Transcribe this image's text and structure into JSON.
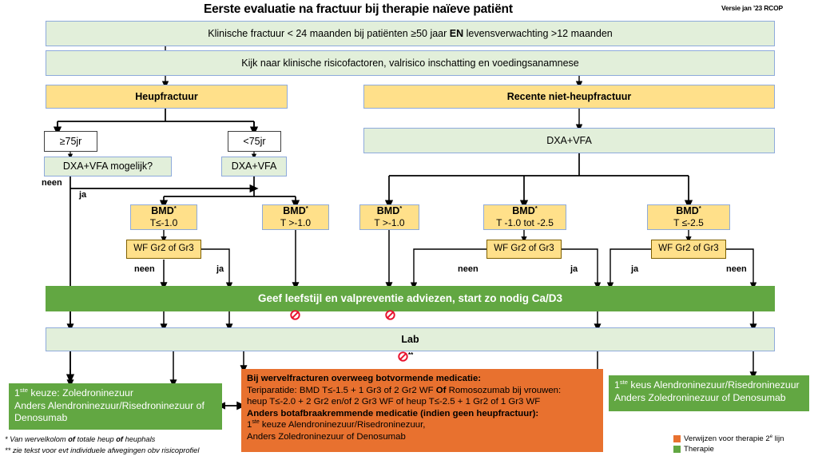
{
  "header": {
    "title": "Eerste evaluatie na fractuur bij therapie naïeve patiënt",
    "version": "Versie jan ’23 RCOP"
  },
  "colors": {
    "green_light": "#e2efda",
    "yellow": "#ffe08a",
    "green_solid": "#62a742",
    "orange_solid": "#e8712f",
    "border_blue": "#8eaadb",
    "stop_red": "#e8112d"
  },
  "flow": {
    "intake_1": "Klinische fractuur < 24 maanden bij patiënten ≥50 jaar EN levensverwachting  >12 maanden",
    "intake_1_bold": "EN",
    "intake_2": "Kijk naar klinische risicofactoren, valrisico inschatting en voedingsanamnese",
    "branch_left": "Heupfractuur",
    "branch_right": "Recente niet-heupfractuur",
    "age_ge75": "≥75jr",
    "age_lt75": "<75jr",
    "dxa_possible": "DXA+VFA mogelijk?",
    "dxa_left": "DXA+VFA",
    "dxa_right": "DXA+VFA",
    "bmd_label": "BMD",
    "bmd_sup": "*",
    "bmd_left_1": "T≤-1.0",
    "bmd_left_2": "T >-1.0",
    "bmd_right_1": "T >-1.0",
    "bmd_right_2": "T -1.0 tot -2.5",
    "bmd_right_3": "T ≤-2.5",
    "wf_box": "WF Gr2 of Gr3",
    "yes": "ja",
    "no": "neen",
    "advice_bar": "Geef leefstijl en valpreventie adviezen, start zo nodig Ca/D3",
    "lab": "Lab",
    "lab_stop_mark": "**"
  },
  "outcomes": {
    "left_green": {
      "line1": "1ste keuze: Zoledroninezuur",
      "line1_pre": "1",
      "line1_sup": "ste",
      "line1_post": " keuze: Zoledroninezuur",
      "line2": "Anders Alendroninezuur/Risedroninezuur  of",
      "line3": "Denosumab"
    },
    "orange": {
      "line1": "Bij wervelfracturen  overweeg botvormende medicatie:",
      "line2": "Teriparatide:  BMD T≤-1.5 + 1 Gr3 of 2 Gr2 WF  Of Romosozumab bij vrouwen:",
      "line2_bold": "Of",
      "line3": "heup T≤-2.0 + 2 Gr2 en/of 2 Gr3 WF of heup T≤-2.5 + 1 Gr2 of 1 Gr3 WF",
      "line4": "Anders botafbraakremmende  medicatie (indien geen heupfractuur):",
      "line5_pre": "1",
      "line5_sup": "ste",
      "line5_post": " keuze Alendroninezuur/Risedroninezuur,",
      "line6": "Anders Zoledroninezuur of Denosumab"
    },
    "right_green": {
      "line1_pre": "1",
      "line1_sup": "ste",
      "line1_post": " keus Alendroninezuur/Risedroninezuur",
      "line2": "Anders Zoledroninezuur of Denosumab"
    }
  },
  "footnotes": {
    "one_marker": "*",
    "one_pre": " Van wervelkolom ",
    "one_b1": "of",
    "one_mid": " totale heup ",
    "one_b2": "of",
    "one_post": " heuphals",
    "two": "** zie tekst voor evt individuele afwegingen obv risicoprofiel"
  },
  "legend": {
    "items": [
      {
        "label": "Verwijzen voor therapie 2e lijn",
        "color": "#e8712f",
        "sup": "e"
      },
      {
        "label": "Therapie",
        "color": "#62a742",
        "sup": ""
      }
    ],
    "item0_pre": "Verwijzen voor therapie 2",
    "item0_sup": "e",
    "item0_post": " lijn",
    "item1": "Therapie"
  }
}
